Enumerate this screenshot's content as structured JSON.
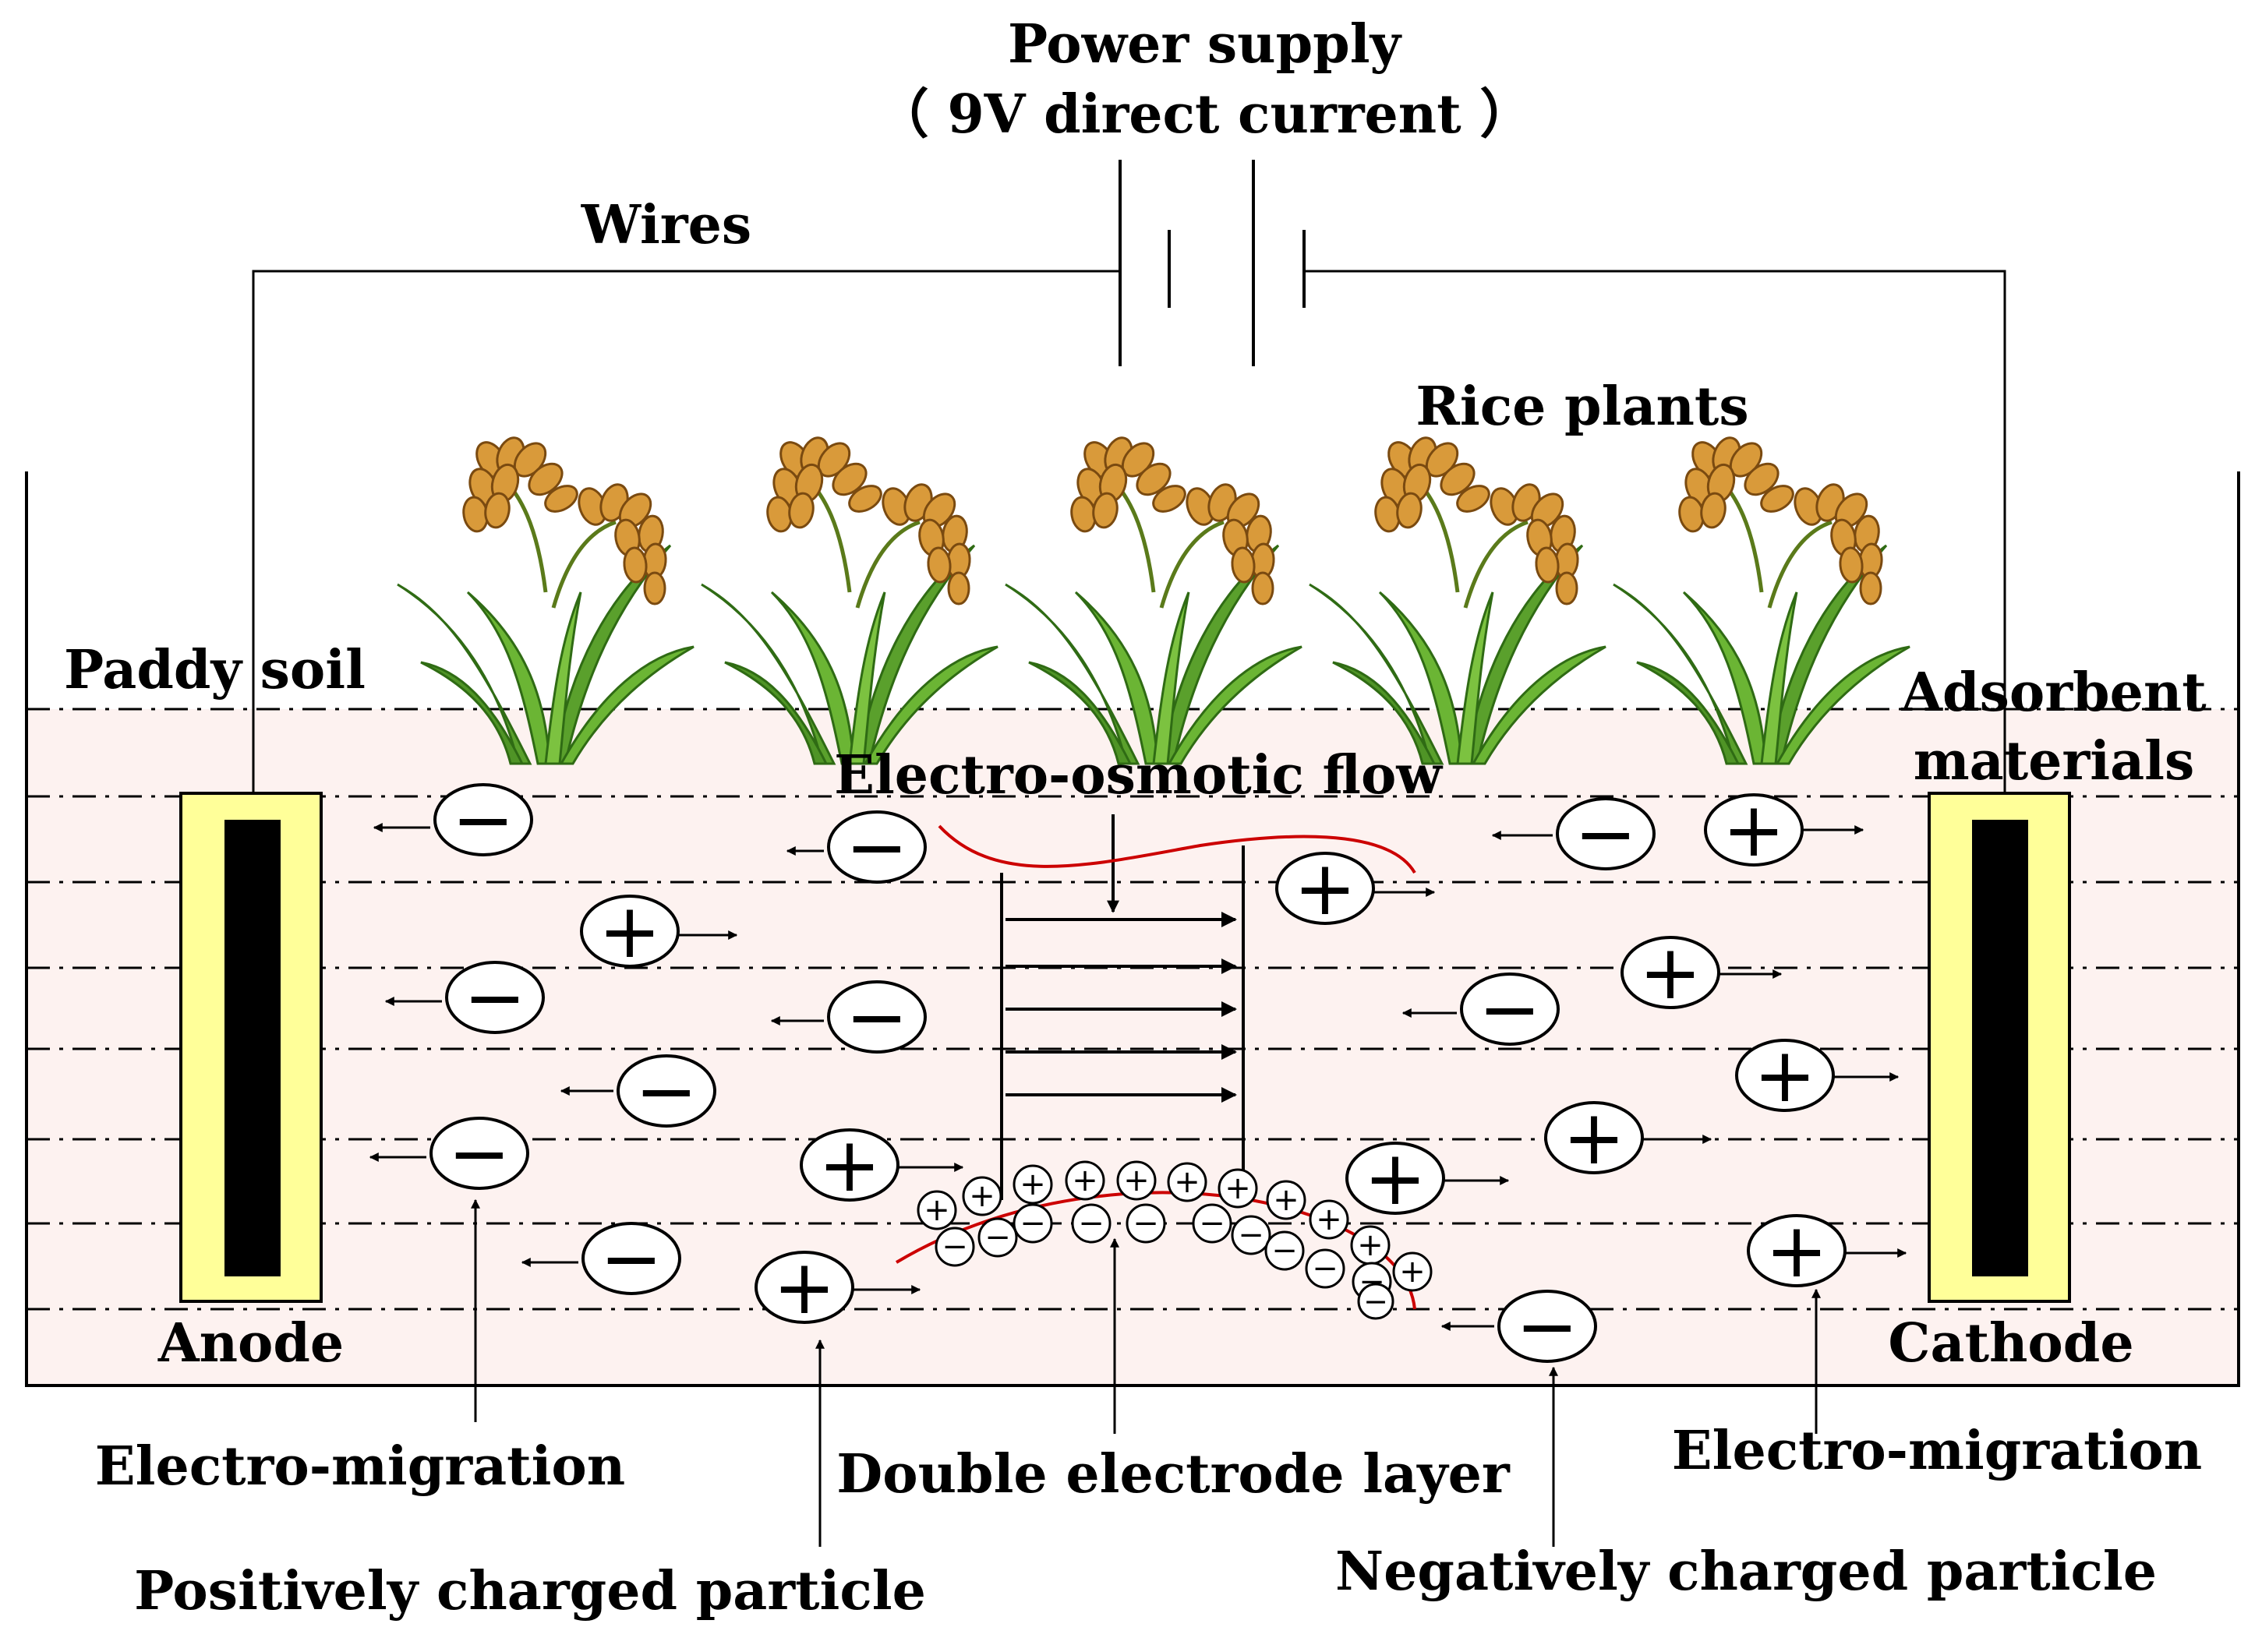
{
  "labels": {
    "power_supply": "Power supply",
    "power_spec": "（ 9V direct current ）",
    "wires": "Wires",
    "rice_plants": "Rice plants",
    "paddy_soil": "Paddy soil",
    "adsorbent_line1": "Adsorbent",
    "adsorbent_line2": "materials",
    "electro_osmotic_flow": "Electro-osmotic flow",
    "anode": "Anode",
    "cathode": "Cathode",
    "electro_migration_left": "Electro-migration",
    "electro_migration_right": "Electro-migration",
    "double_electrode_layer": "Double electrode layer",
    "positive_particle": "Positively charged particle",
    "negative_particle": "Negatively charged particle"
  },
  "symbols": {
    "positive": "+",
    "negative": "−"
  },
  "colors": {
    "soil": "#fdf2f0",
    "electrode_coat": "#ffff99",
    "electrode_core": "#000000",
    "flow_curve": "#cc0000",
    "leaf": "#5aa02c",
    "leaf_dark": "#2f6b14",
    "grain": "#d99a3a",
    "grain_dark": "#7a4a10"
  }
}
